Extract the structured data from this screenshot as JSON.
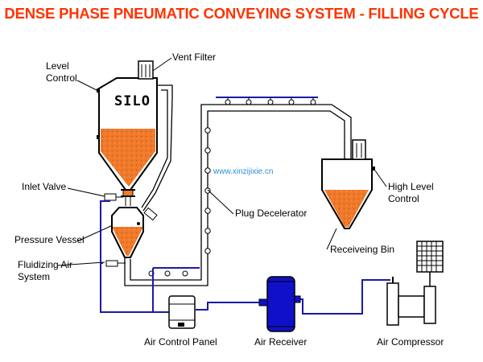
{
  "title": "DENSE PHASE PNEUMATIC CONVEYING SYSTEM - FILLING CYCLE",
  "silo_label": "SILO",
  "watermark": "www.xinzijixie.cn",
  "labels": {
    "level_control_1": "Level",
    "level_control_2": "Control",
    "vent_filter": "Vent Filter",
    "inlet_valve": "Inlet Valve",
    "pressure_vessel": "Pressure Vessel",
    "fluidizing_1": "Fluidizing Air",
    "fluidizing_2": "System",
    "plug_decelerator": "Plug Decelerator",
    "receiving_bin": "Receiveing Bin",
    "high_level_1": "High Level",
    "high_level_2": "Control",
    "air_control_panel": "Air Control Panel",
    "air_receiver": "Air Receiver",
    "air_compressor": "Air Compressor"
  },
  "colors": {
    "title": "#ff3300",
    "material": "#f07a2a",
    "air_line": "#1a1aa8",
    "receiver": "#1010c8",
    "watermark": "#2b8fd6"
  }
}
